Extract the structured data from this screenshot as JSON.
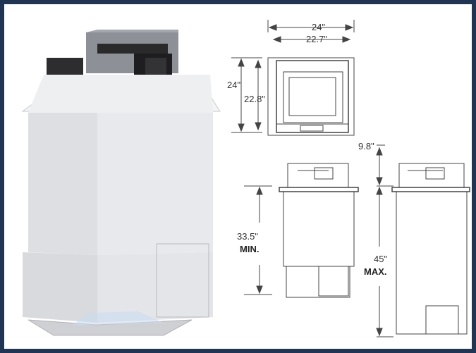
{
  "dimensions": {
    "width_outer": "24\"",
    "width_inner": "22.7\"",
    "depth_outer": "24\"",
    "depth_inner": "22.8\"",
    "top_height": "9.8\"",
    "min_length": "33.5\"",
    "min_label": "MIN.",
    "max_length": "45\"",
    "max_label": "MAX."
  },
  "colors": {
    "frame_border": "#1f3553",
    "housing": "#e6e7ea",
    "line": "#444444"
  }
}
